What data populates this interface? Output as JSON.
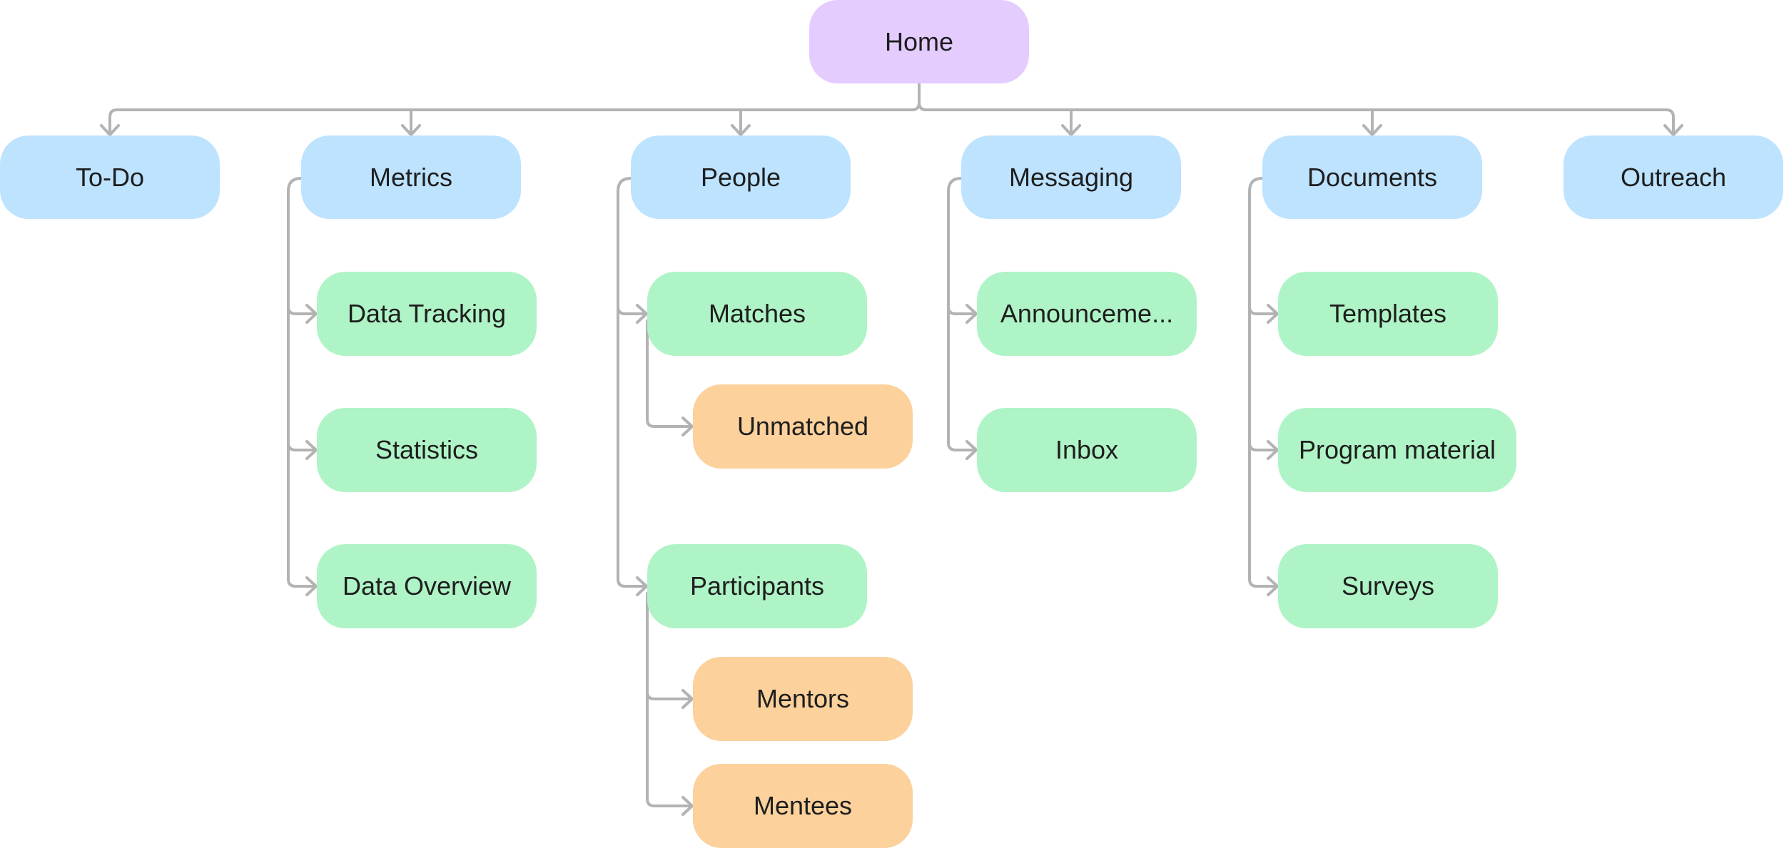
{
  "colors": {
    "root": "#e4ccff",
    "section": "#bde3ff",
    "page": "#aff4c6",
    "subpage": "#fcd19c",
    "connector": "#b3b3b3",
    "text": "#1e1e1e"
  },
  "home": {
    "label": "Home"
  },
  "sections": {
    "todo": {
      "label": "To-Do"
    },
    "metrics": {
      "label": "Metrics",
      "children": [
        {
          "label": "Data Tracking"
        },
        {
          "label": "Statistics"
        },
        {
          "label": "Data Overview"
        }
      ]
    },
    "people": {
      "label": "People",
      "matches": {
        "label": "Matches",
        "children": [
          {
            "label": "Unmatched"
          }
        ]
      },
      "participants": {
        "label": "Participants",
        "children": [
          {
            "label": "Mentors"
          },
          {
            "label": "Mentees"
          }
        ]
      }
    },
    "messaging": {
      "label": "Messaging",
      "children": [
        {
          "label": "Announceme..."
        },
        {
          "label": "Inbox"
        }
      ]
    },
    "documents": {
      "label": "Documents",
      "children": [
        {
          "label": "Templates"
        },
        {
          "label": "Program material"
        },
        {
          "label": "Surveys"
        }
      ]
    },
    "outreach": {
      "label": "Outreach"
    }
  }
}
